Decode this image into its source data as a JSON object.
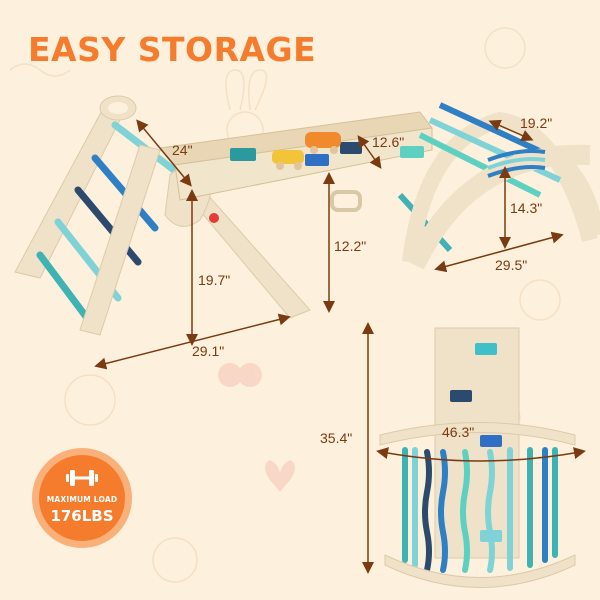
{
  "title": "EASY STORAGE",
  "colors": {
    "background": "#fdf0dc",
    "accent": "#f47c2c",
    "dimension_text": "#7a3a12",
    "wood": "#efe2c8",
    "rung_light": "#7fd3d6",
    "rung_blue": "#2f7fc4",
    "rung_navy": "#2c4a6e",
    "rung_teal": "#3fb2b4"
  },
  "dimensions": {
    "triangle_depth": "24\"",
    "triangle_height": "19.7\"",
    "triangle_length": "29.1\"",
    "board_width": "12.6\"",
    "board_height": "12.2\"",
    "arch_width": "19.2\"",
    "arch_height": "14.3\"",
    "arch_length": "29.5\"",
    "stored_height": "35.4\"",
    "stored_width": "46.3\""
  },
  "badge": {
    "icon": "dumbbell-icon",
    "label": "MAXIMUM LOAD",
    "value": "176LBS"
  }
}
